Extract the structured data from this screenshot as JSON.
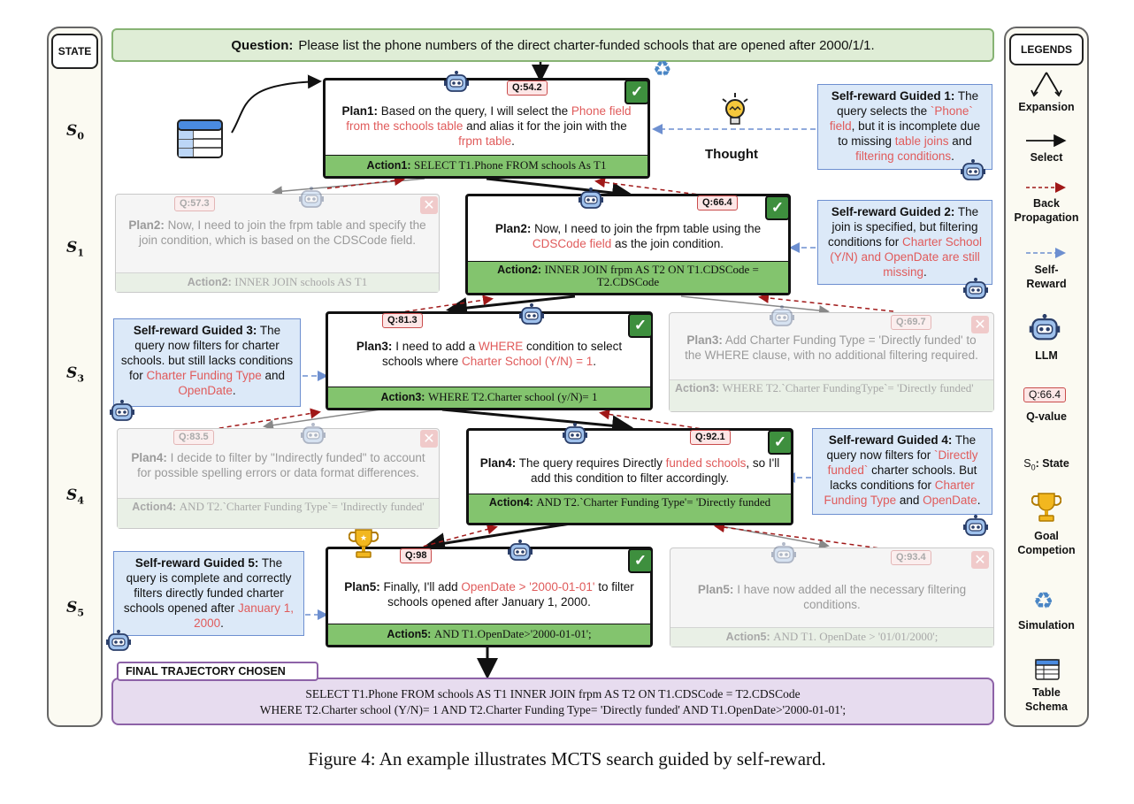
{
  "state_panel": {
    "title": "STATE",
    "states": [
      "S",
      "S",
      "S",
      "S",
      "S"
    ],
    "state_subs": [
      "0",
      "1",
      "3",
      "4",
      "5"
    ]
  },
  "question": {
    "label": "Question:",
    "text": "Please list the phone numbers of the direct charter-funded schools that are opened after 2000/1/1."
  },
  "thought_label": "Thought",
  "plans": {
    "p1": {
      "label": "Plan1:",
      "t1": "Based on the query, I will select the ",
      "r1": "Phone field from the schools table",
      "t2": " and alias it for the join with the ",
      "r2": "frpm table",
      "t3": ".",
      "action_label": "Action1:",
      "action": "SELECT T1.Phone FROM schools As T1",
      "q": "Q:54.2"
    },
    "p2a": {
      "label": "Plan2:",
      "text": "Now, I need to join the frpm table and specify the join condition, which is based on the CDSCode field.",
      "action_label": "Action2:",
      "action": "INNER JOIN schools AS T1",
      "q": "Q:57.3"
    },
    "p2b": {
      "label": "Plan2:",
      "t1": "Now, I need to join the frpm table using the ",
      "r1": "CDSCode field",
      "t2": " as the join condition.",
      "action_label": "Action2:",
      "action": "INNER JOIN frpm AS T2 ON T1.CDSCode = T2.CDSCode",
      "q": "Q:66.4"
    },
    "p3a": {
      "label": "Plan3:",
      "t1": "I need to add a ",
      "r1": "WHERE",
      "t2": " condition to select schools where ",
      "r2": "Charter School (Y/N) = 1",
      "t3": ".",
      "action_label": "Action3:",
      "action": "WHERE T2.Charter school (y/N)= 1",
      "q": "Q:81.3"
    },
    "p3b": {
      "label": "Plan3:",
      "text": "Add Charter Funding Type = 'Directly funded' to the WHERE clause, with no additional filtering required.",
      "action_label": "Action3:",
      "action": "WHERE T2.`Charter FundingType`= 'Directly funded'",
      "q": "Q:69.7"
    },
    "p4a": {
      "label": "Plan4:",
      "text": "I decide to filter by \"Indirectly funded\" to account for possible spelling errors or data format differences.",
      "action_label": "Action4:",
      "action": "AND T2.`Charter Funding Type`= 'Indirectly funded'",
      "q": "Q:83.5"
    },
    "p4b": {
      "label": "Plan4:",
      "t1": "The query requires Directly ",
      "r1": "funded schools",
      "t2": ", so I'll add this condition to filter accordingly.",
      "action_label": "Action4:",
      "action": "AND T2.`Charter Funding Type'= 'Directly funded",
      "q": "Q:92.1"
    },
    "p5a": {
      "label": "Plan5:",
      "t1": "Finally, I'll add ",
      "r1": "OpenDate > '2000-01-01'",
      "t2": " to filter schools opened after January 1, 2000.",
      "action_label": "Action5:",
      "action": "AND T1.OpenDate>'2000-01-01';",
      "q": "Q:98"
    },
    "p5b": {
      "label": "Plan5:",
      "text": "I have now added all the necessary filtering conditions.",
      "action_label": "Action5:",
      "action": "AND T1. OpenDate > '01/01/2000';",
      "q": "Q:93.4"
    }
  },
  "self_rewards": {
    "sr1": {
      "label": "Self-reward Guided 1:",
      "t1": " The query selects the ",
      "r1": "`Phone` field",
      "t2": ", but it is incomplete due to missing ",
      "r2": "table joins",
      "t3": " and ",
      "r3": "filtering conditions",
      "t4": "."
    },
    "sr2": {
      "label": "Self-reward Guided 2:",
      "t1": " The join is specified, but filtering conditions for ",
      "r1": "Charter School (Y/N) and OpenDate are still missing",
      "t2": "."
    },
    "sr3": {
      "label": "Self-reward Guided 3:",
      "t1": " The query now filters for charter schools. but still lacks conditions for ",
      "r1": "Charter Funding Type",
      "t2": " and ",
      "r2": "OpenDate",
      "t3": "."
    },
    "sr4": {
      "label": "Self-reward Guided 4:",
      "t1": " The query now filters for ",
      "r1": "`Directly funded`",
      "t2": " charter schools. But lacks conditions for ",
      "r2": "Charter Funding Type",
      "t3": " and ",
      "r3": "OpenDate",
      "t4": "."
    },
    "sr5": {
      "label": "Self-reward Guided 5:",
      "t1": " The query is complete and correctly filters directly funded charter schools opened after ",
      "r1": "January 1, 2000",
      "t2": "."
    }
  },
  "final": {
    "label": "FINAL TRAJECTORY CHOSEN",
    "line1": "SELECT T1.Phone FROM schools AS T1 INNER JOIN frpm AS T2 ON T1.CDSCode = T2.CDSCode",
    "line2": "WHERE T2.Charter school (Y/N)= 1 AND T2.Charter Funding Type= 'Directly funded' AND T1.OpenDate>'2000-01-01';"
  },
  "legend": {
    "title": "LEGENDS",
    "expansion": "Expansion",
    "select": "Select",
    "back_propagation": "Back Propagation",
    "self_reward": "Self-Reward",
    "llm": "LLM",
    "qvalue_badge": "Q:66.4",
    "qvalue": "Q-value",
    "state_sym": "S",
    "state_sub": "0",
    "state_text": ": State",
    "goal": "Goal Competion",
    "simulation": "Simulation",
    "table_schema": "Table Schema"
  },
  "caption": "Figure 4: An example illustrates MCTS search guided by self-reward.",
  "colors": {
    "active_green": "#83c46e",
    "red_text": "#e05b5b",
    "blue_box": "#dce9f8",
    "purple": "#8d62a7"
  }
}
